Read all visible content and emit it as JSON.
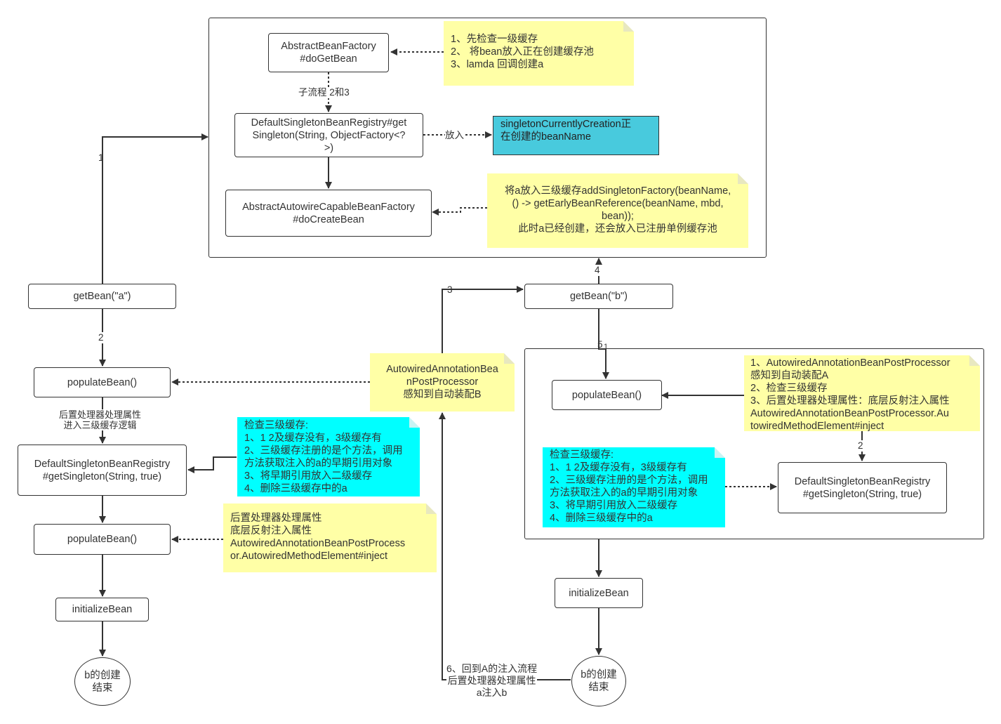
{
  "nodes": {
    "do_get_bean": "AbstractBeanFactory\n#doGetBean",
    "get_singleton_top": "DefaultSingletonBeanRegistry#get\nSingleton(String, ObjectFactory<?\n>)",
    "do_create_bean": "AbstractAutowireCapableBeanFactory\n#doCreateBean",
    "singleton_creation": "singletonCurrentlyCreation正\n在创建的beanName",
    "get_bean_a": "getBean(\"a\")",
    "populate_a1": "populateBean()",
    "get_singleton_left": "DefaultSingletonBeanRegistry\n#getSingleton(String, true)",
    "populate_a2": "populateBean()",
    "initialize_left": "initializeBean",
    "end_left": "b的创建\n结束",
    "get_bean_b": "getBean(\"b\")",
    "populate_b": "populateBean()",
    "get_singleton_right": "DefaultSingletonBeanRegistry\n#getSingleton(String, true)",
    "initialize_right": "initializeBean",
    "end_right": "b的创建\n结束"
  },
  "notes": {
    "note_top": "1、先检查一级缓存\n2、 将bean放入正在创建缓存池\n3、lamda 回调创建a",
    "note_early_ref": "将a放入三级缓存addSingletonFactory(beanName,\n() -> getEarlyBeanReference(beanName, mbd,\nbean));\n此时a已经创建，还会放入已注册单例缓存池",
    "note_autowired_b": "AutowiredAnnotationBea\nnPostProcessor\n感知到自动装配B",
    "note_check_left": "检查三级缓存:\n1、1 2及缓存没有，3级缓存有\n2、三级缓存注册的是个方法，调用\n方法获取注入的a的早期引用对象\n3、将早期引用放入二级缓存\n4、删除三级缓存中的a",
    "note_inject_left": "后置处理器处理属性\n底层反射注入属性\nAutowiredAnnotationBeanPostProcess\nor.AutowiredMethodElement#inject",
    "note_autowired_right": "1、AutowiredAnnotationBeanPostProcessor\n感知到自动装配A\n2、检查三级缓存\n3、后置处理器处理属性：底层反射注入属性\nAutowiredAnnotationBeanPostProcessor.Au\ntowiredMethodElement#inject",
    "note_check_right": "检查三级缓存:\n1、1 2及缓存没有，3级缓存有\n2、三级缓存注册的是个方法，调用\n方法获取注入的a的早期引用对象\n3、将早期引用放入二级缓存\n4、删除三级缓存中的a"
  },
  "labels": {
    "sub_flow": "子流程 2和3",
    "put_in": "放入",
    "step1": "1",
    "step2": "2",
    "step3": "3",
    "step4": "4",
    "step5": "5",
    "step5b": "1",
    "step2_right": "2",
    "post_processor_left": "后置处理器处理属性\n进入三级缓存逻辑",
    "return_to_a": "6、回到A的注入流程\n后置处理器处理属性\na注入b"
  },
  "colors": {
    "note_yellow": "#ffffa6",
    "note_cyan": "#00ffff",
    "highlight_teal": "#48cadd",
    "line": "#333333"
  }
}
